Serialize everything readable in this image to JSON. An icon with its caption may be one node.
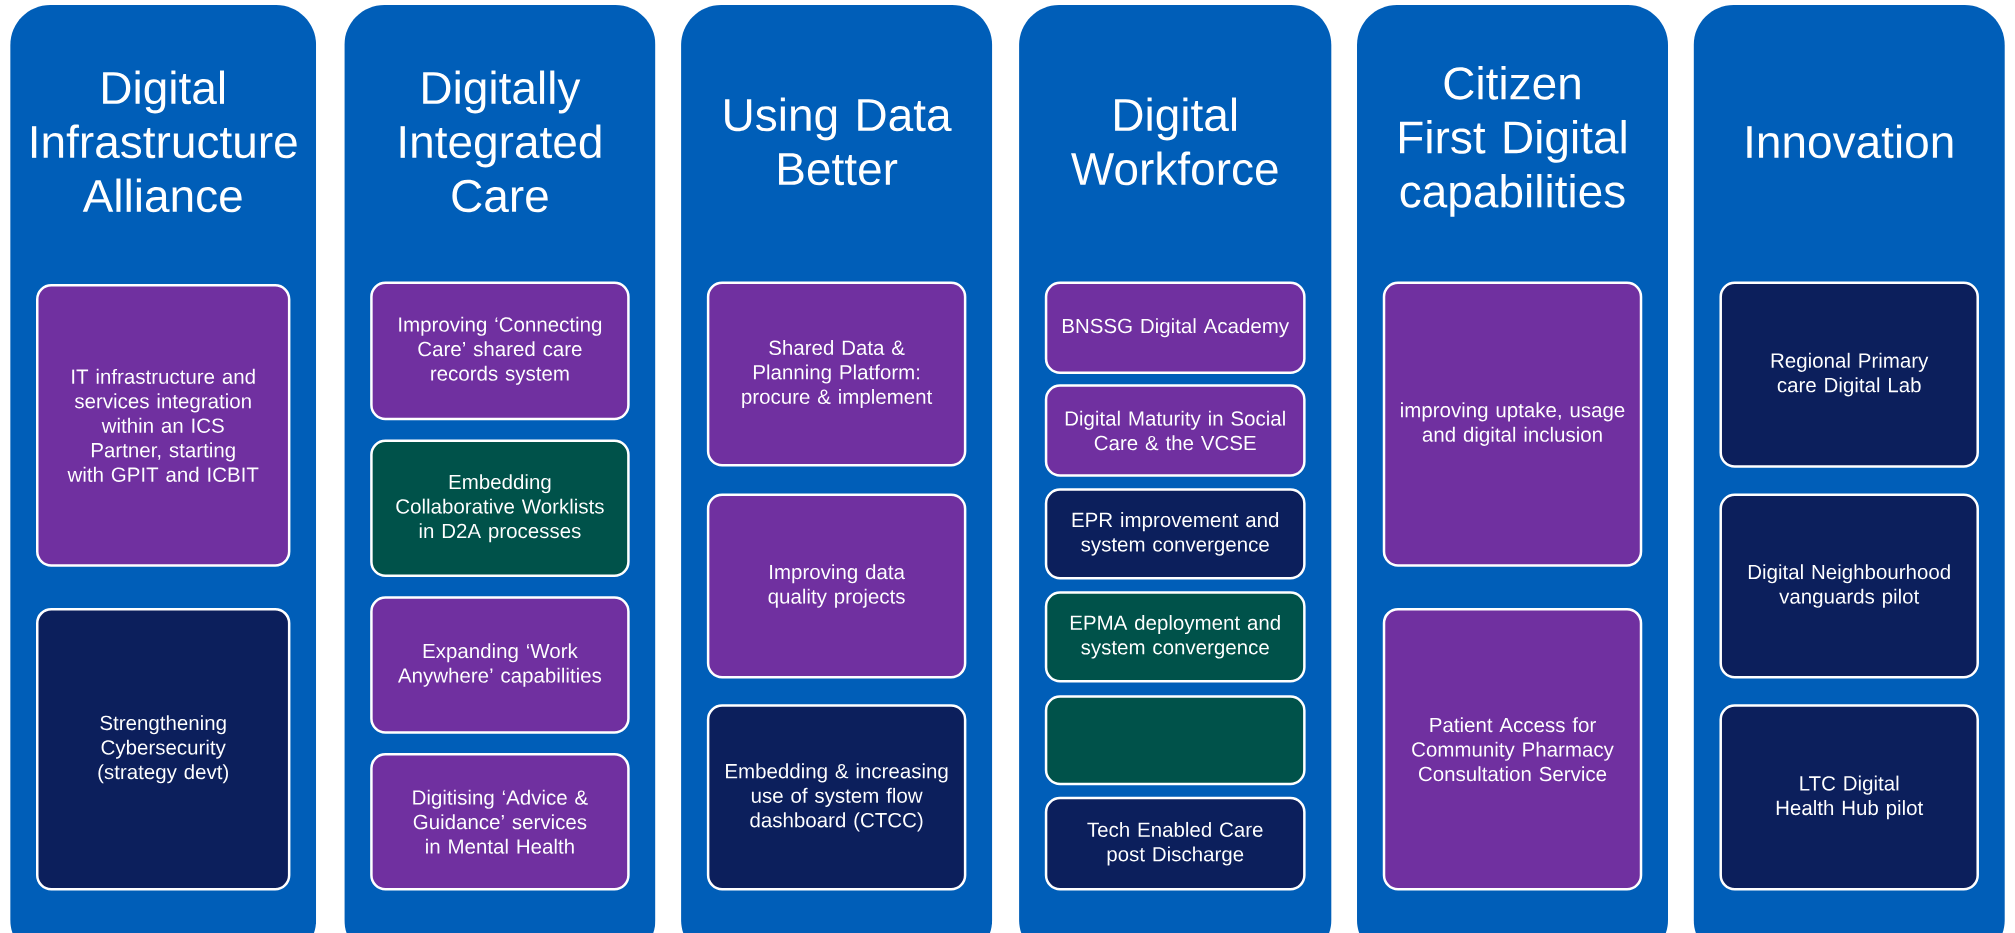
{
  "diagram": {
    "nodes": [
      {
        "text": [
          "Digital Infrastructure Alliance"
        ]
      },
      {
        "text": [
          "IT infrastructure and services integration within an ICS Partner, starting with GPIT and ICBIT"
        ],
        "in": 0
      },
      {
        "text": [
          "Strengthening Cybersecurity (strategy devt)"
        ],
        "in": 0
      },
      {
        "text": [
          "Digitally Integrated Care"
        ]
      },
      {
        "text": [
          "Improving ‘Connecting Care’ shared care records system"
        ],
        "in": 3
      },
      {
        "text": [
          "Embedding Collaborative Worklists in D2A processes"
        ],
        "in": 3
      },
      {
        "text": [
          "Expanding ‘Work Anywhere’ capabilities"
        ],
        "in": 3
      },
      {
        "text": [
          "Digitising ‘Advice & Guidance’ services in Mental Health"
        ],
        "in": 3
      },
      {
        "text": [
          "Using Data Better"
        ]
      },
      {
        "text": [
          "Shared Data & Planning Platform: procure & implement"
        ],
        "in": 8
      },
      {
        "text": [
          "Improving data quality projects"
        ],
        "in": 8
      },
      {
        "text": [
          "Embedding & increasing use of system flow dashboard (CTCC)"
        ],
        "in": 8
      },
      {
        "text": [
          "Digital Workforce"
        ]
      },
      {
        "text": [
          "BNSSG Digital Academy"
        ],
        "in": 12
      },
      {
        "text": [
          "Digital Maturity in Social Care & the VCSE"
        ],
        "in": 12
      },
      {
        "text": [
          "EPR improvement and system convergence"
        ],
        "in": 12
      },
      {
        "text": [
          "EPMA deployment and system convergence"
        ],
        "in": 12
      },
      {
        "text": [],
        "shape": "box",
        "in": 12
      },
      {
        "text": [
          "Tech Enabled Care post Discharge"
        ],
        "in": 12
      },
      {
        "text": [
          "Citizen First Digital capabilities"
        ]
      },
      {
        "text": [
          "improving uptake, usage and digital inclusion"
        ],
        "in": 19
      },
      {
        "text": [
          "Patient Access for Community Pharmacy Consultation Service"
        ],
        "in": 19
      },
      {
        "text": [
          "Innovation"
        ]
      },
      {
        "text": [
          "Regional Primary care Digital Lab"
        ],
        "in": 22
      },
      {
        "text": [
          "Digital Neighbourhood vanguards pilot"
        ],
        "in": 22
      },
      {
        "text": [
          "LTC Digital Health Hub pilot"
        ],
        "in": 22
      }
    ]
  }
}
